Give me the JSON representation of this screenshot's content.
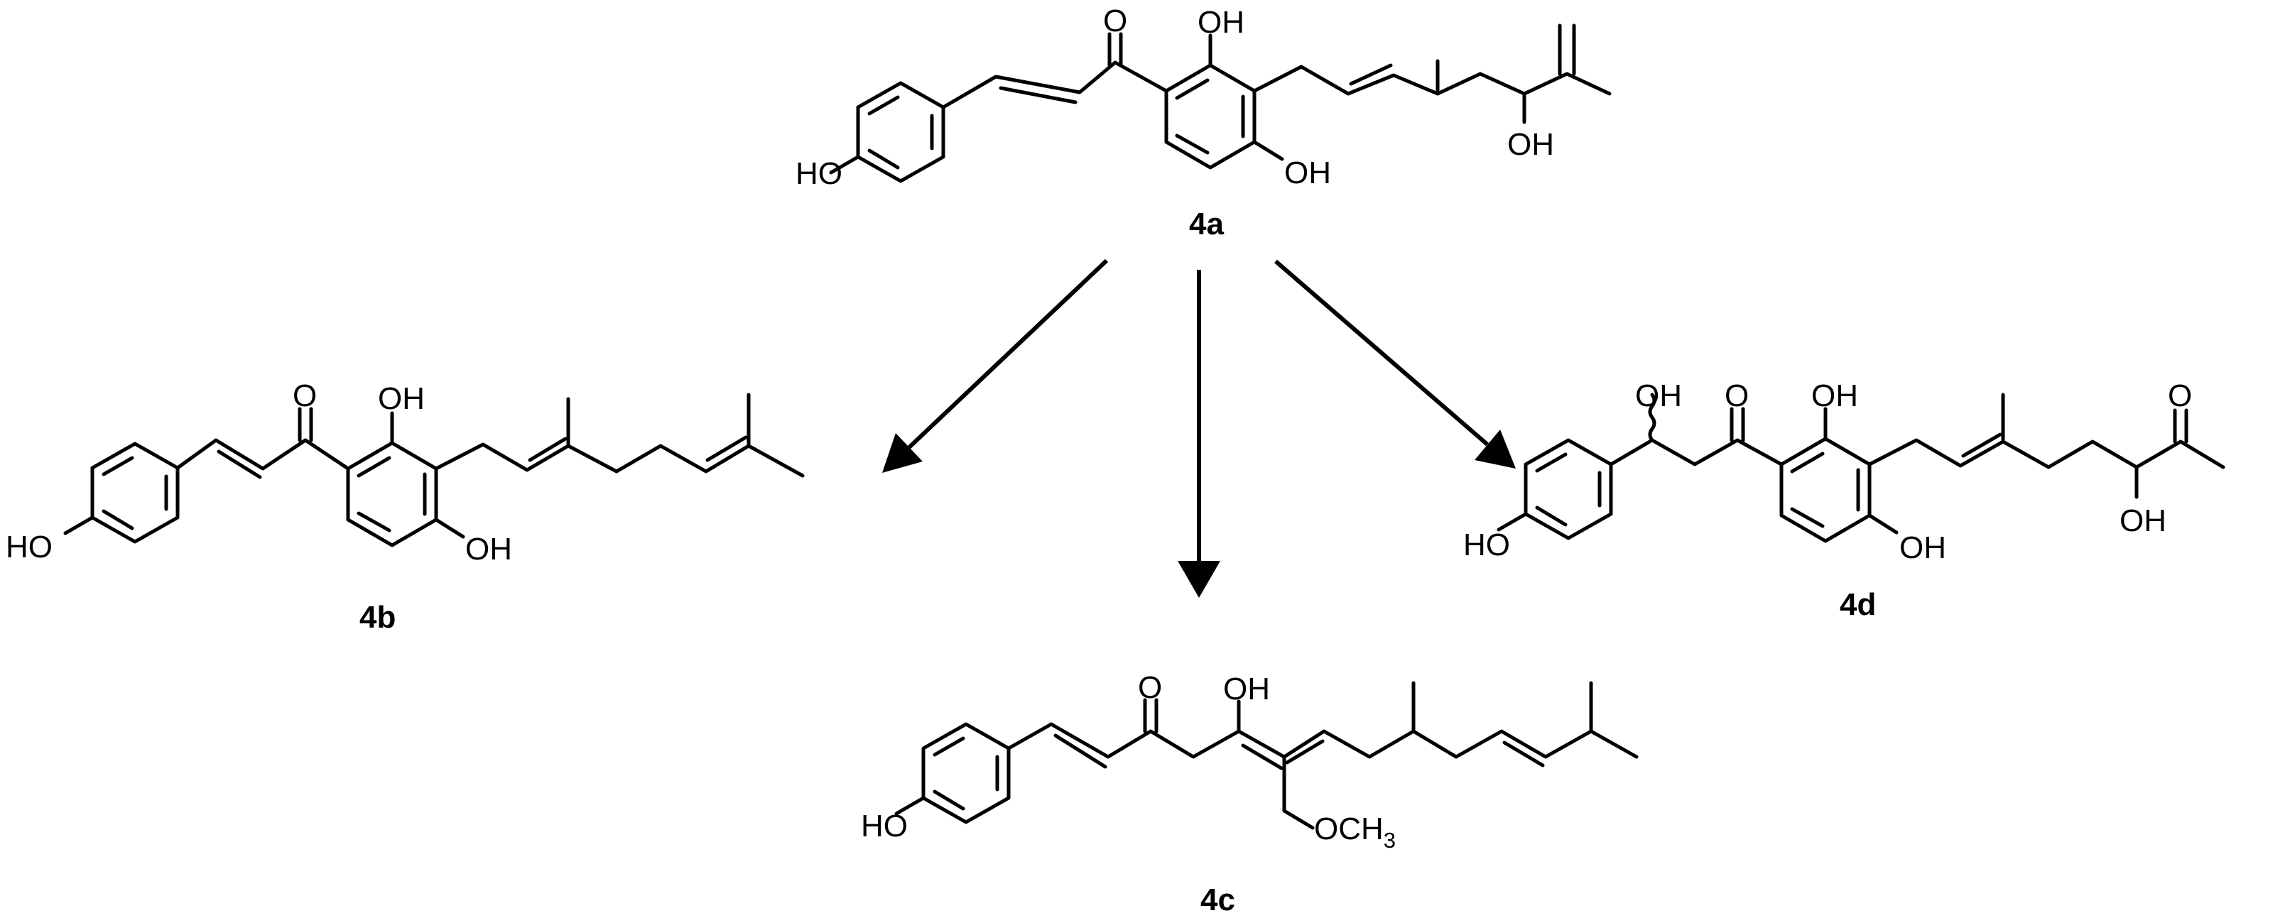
{
  "compounds": {
    "c4a": {
      "id": "4a",
      "labels": {
        "oh_left": "HO",
        "o_ketone": "O",
        "oh_top": "OH",
        "oh_ring": "OH",
        "oh_side": "OH"
      }
    },
    "c4b": {
      "id": "4b",
      "labels": {
        "oh_left": "HO",
        "o_ketone": "O",
        "oh_top": "OH",
        "oh_ring": "OH"
      }
    },
    "c4c": {
      "id": "4c",
      "labels": {
        "oh_left": "HO",
        "o_ketone": "O",
        "oh_enol": "OH",
        "ome_prefix": "OCH",
        "ome_sub": "3"
      }
    },
    "c4d": {
      "id": "4d",
      "labels": {
        "oh_benzylic": "OH",
        "o_ketone": "O",
        "oh_top": "OH",
        "oh_ring": "OH",
        "oh_left": "HO",
        "o_terminal": "O",
        "oh_side": "OH"
      }
    }
  },
  "arrows": [
    {
      "from": "4a",
      "to": "4b"
    },
    {
      "from": "4a",
      "to": "4c"
    },
    {
      "from": "4a",
      "to": "4d"
    }
  ]
}
